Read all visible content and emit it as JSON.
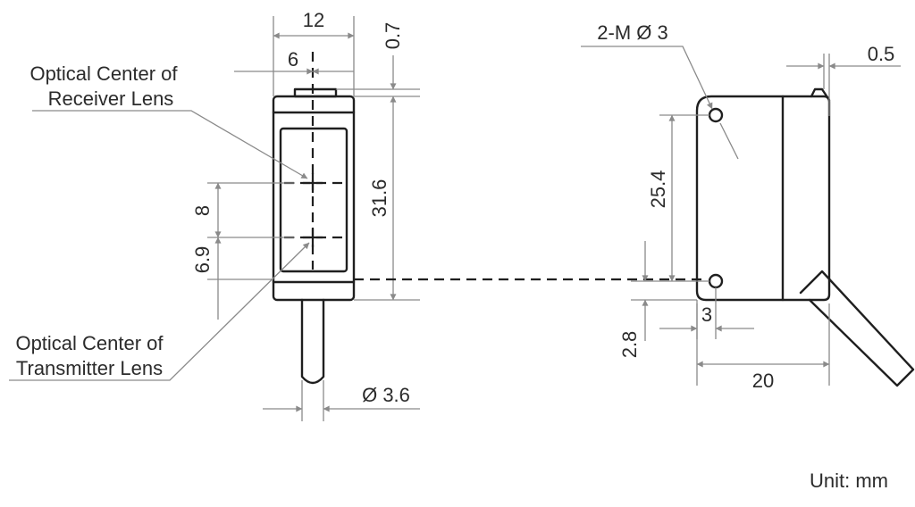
{
  "labels": {
    "receiver_line1": "Optical Center of",
    "receiver_line2": "Receiver Lens",
    "transmitter_line1": "Optical Center of",
    "transmitter_line2": "Transmitter Lens",
    "unit": "Unit: mm"
  },
  "dimensions": {
    "width_12": "12",
    "half_6": "6",
    "offset_07": "0.7",
    "height_316": "31.6",
    "spacing_8": "8",
    "spacing_69": "6.9",
    "cable_dia": "Ø 3.6",
    "hole_spec": "2-M Ø 3",
    "offset_05": "0.5",
    "pitch_254": "25.4",
    "hole_3": "3",
    "hole_28": "2.8",
    "depth_20": "20"
  },
  "colors": {
    "outline": "#1f1f1f",
    "dimension_line": "#8a8a8a",
    "text": "#2b2b2b"
  }
}
